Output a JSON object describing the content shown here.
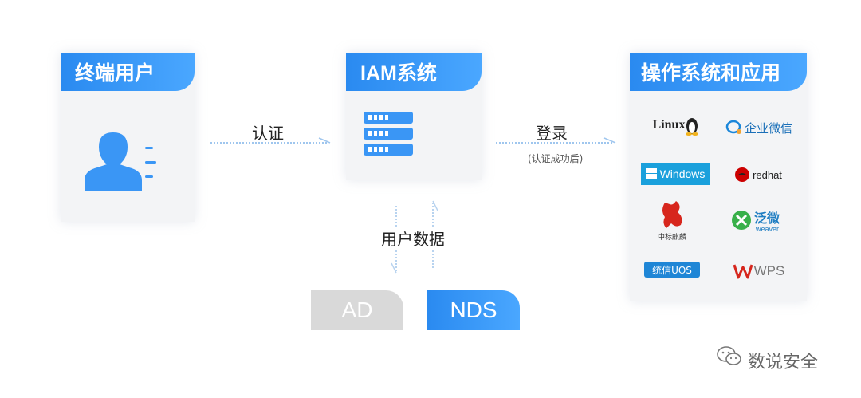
{
  "boxes": {
    "end_user": "终端用户",
    "iam": "IAM系统",
    "apps": "操作系统和应用"
  },
  "arrows": {
    "auth": "认证",
    "login": "登录",
    "login_note": "(认证成功后)",
    "user_data": "用户数据"
  },
  "logos": {
    "linux": "Linux",
    "wecom": "企业微信",
    "windows": "Windows",
    "redhat": "redhat",
    "zhongbiao": "中标麒麟",
    "fanwei_cn": "泛微",
    "fanwei_en": "weaver",
    "uos": "统信UOS",
    "wps": "WPS"
  },
  "directories": {
    "ad": "AD",
    "nds": "NDS"
  },
  "watermark": "数说安全",
  "colors": {
    "blue": "#3a96f5",
    "gray_box": "#d9d9d9",
    "windows_bg": "#1aa0dc",
    "uos_bg": "#1f86d6",
    "redhat": "#cc0000"
  }
}
